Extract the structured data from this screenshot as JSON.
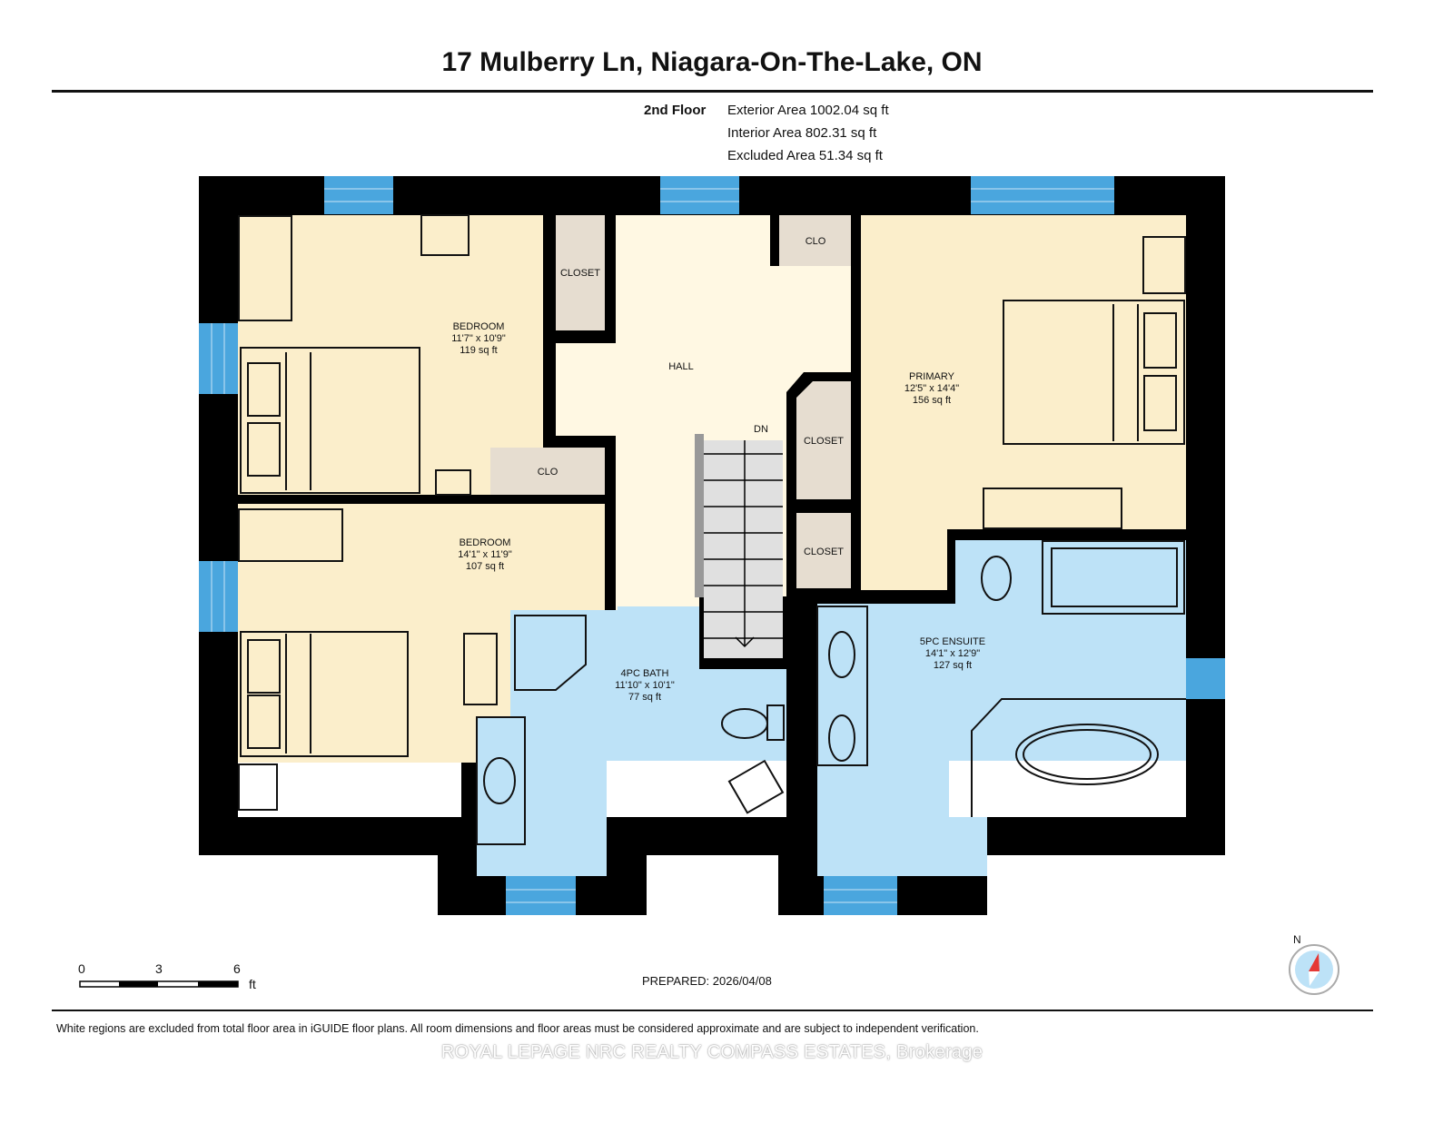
{
  "header": {
    "title": "17 Mulberry Ln, Niagara-On-The-Lake, ON",
    "floor": "2nd Floor",
    "exterior_area": "Exterior Area 1002.04 sq ft",
    "interior_area": "Interior Area 802.31 sq ft",
    "excluded_area": "Excluded Area 51.34 sq ft"
  },
  "rooms": {
    "bedroom1": {
      "name": "BEDROOM",
      "dims": "11'7\" x 10'9\"",
      "area": "119 sq ft"
    },
    "bedroom2": {
      "name": "BEDROOM",
      "dims": "14'1\" x 11'9\"",
      "area": "107 sq ft"
    },
    "primary": {
      "name": "PRIMARY",
      "dims": "12'5\" x 14'4\"",
      "area": "156 sq ft"
    },
    "bath4": {
      "name": "4PC BATH",
      "dims": "11'10\" x 10'1\"",
      "area": "77 sq ft"
    },
    "ensuite5": {
      "name": "5PC ENSUITE",
      "dims": "14'1\" x 12'9\"",
      "area": "127 sq ft"
    },
    "hall": {
      "name": "HALL"
    },
    "closet1": {
      "name": "CLOSET"
    },
    "clo_top": {
      "name": "CLO"
    },
    "clo_mid": {
      "name": "CLO"
    },
    "closet_r1": {
      "name": "CLOSET"
    },
    "closet_r2": {
      "name": "CLOSET"
    },
    "stairs": {
      "name": "DN"
    }
  },
  "scale": {
    "t0": "0",
    "t3": "3",
    "t6": "6",
    "unit": "ft"
  },
  "compass": {
    "label": "N"
  },
  "footer": {
    "prepared": "PREPARED: 2026/04/08",
    "disclaimer": "White regions are excluded from total floor area in iGUIDE floor plans. All room dimensions and floor areas must be considered approximate and are subject to independent verification.",
    "brokerage": "ROYAL LEPAGE NRC REALTY COMPASS ESTATES, Brokerage"
  },
  "colors": {
    "wall": "#000000",
    "bedroom": "#fbeecb",
    "hall": "#fff8e3",
    "closet": "#e6ddd0",
    "bath": "#bde2f7",
    "window": "#4aa6de",
    "stairs": "#e0e0e0"
  }
}
